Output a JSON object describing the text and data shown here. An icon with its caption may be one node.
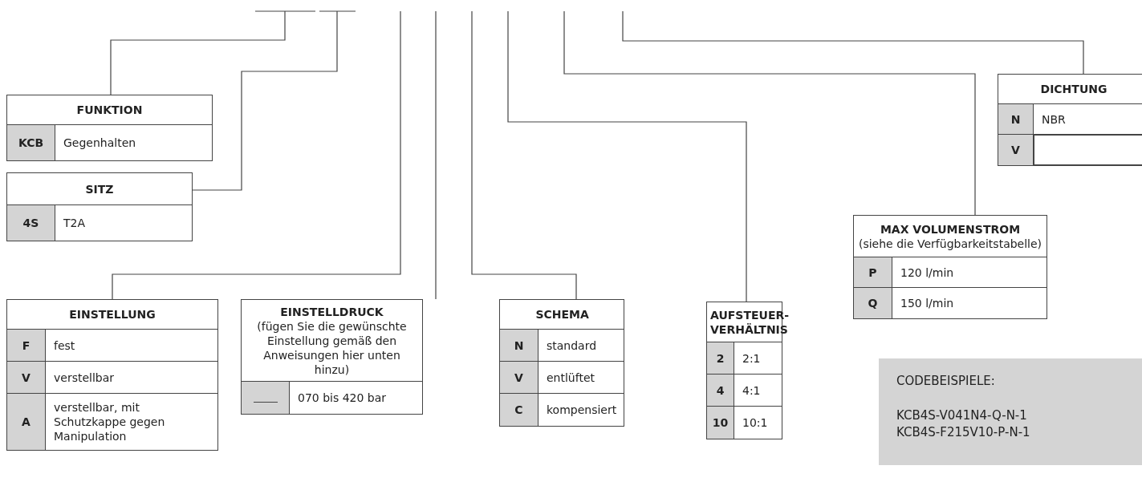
{
  "diagram": {
    "nodes": [
      {
        "text": [
          "FUNKTION"
        ]
      },
      {
        "text": [
          "KCB"
        ],
        "in": 0
      },
      {
        "text": [
          "Gegenhalten"
        ],
        "in": 0
      },
      {
        "text": [
          "SITZ"
        ]
      },
      {
        "text": [
          "4S"
        ],
        "in": 3
      },
      {
        "text": [
          "T2A"
        ],
        "in": 3
      },
      {
        "text": [
          "EINSTELLUNG"
        ]
      },
      {
        "text": [
          "F"
        ],
        "in": 6
      },
      {
        "text": [
          "fest"
        ],
        "in": 6
      },
      {
        "text": [
          "V"
        ],
        "in": 6
      },
      {
        "text": [
          "verstellbar"
        ],
        "in": 6
      },
      {
        "text": [
          "A"
        ],
        "in": 6
      },
      {
        "text": [
          "verstellbar, mit Schutzkappe gegen Manipulation"
        ],
        "in": 6
      },
      {
        "text": [
          "EINSTELLDRUCK",
          "(fügen Sie die gewünschte Einstellung gemäß den Anweisungen hier unten hinzu)"
        ]
      },
      {
        "text": [],
        "shape": "box",
        "in": 13
      },
      {
        "text": [
          "070 bis 420 bar"
        ],
        "in": 13
      },
      {
        "text": [
          "SCHEMA"
        ]
      },
      {
        "text": [
          "N"
        ],
        "in": 16
      },
      {
        "text": [
          "standard"
        ],
        "in": 16
      },
      {
        "text": [
          "V"
        ],
        "in": 16
      },
      {
        "text": [
          "entlüftet"
        ],
        "in": 16
      },
      {
        "text": [
          "C"
        ],
        "in": 16
      },
      {
        "text": [
          "kompensiert"
        ],
        "in": 16
      },
      {
        "text": [
          "AUFSTEUER-VERHÄLTNIS"
        ]
      },
      {
        "text": [
          "2"
        ],
        "in": 23
      },
      {
        "text": [
          "2:1"
        ],
        "in": 23
      },
      {
        "text": [
          "4"
        ],
        "in": 23
      },
      {
        "text": [
          "4:1"
        ],
        "in": 23
      },
      {
        "text": [
          "10"
        ],
        "in": 23
      },
      {
        "text": [
          "10:1"
        ],
        "in": 23
      },
      {
        "text": [
          "MAX VOLUMENSTROM",
          "(siehe die Verfügbarkeitstabelle)"
        ]
      },
      {
        "text": [
          "P"
        ],
        "in": 30
      },
      {
        "text": [
          "120 l/min"
        ],
        "in": 30
      },
      {
        "text": [
          "Q"
        ],
        "in": 30
      },
      {
        "text": [
          "150 l/min"
        ],
        "in": 30
      },
      {
        "text": [
          "DICHTUNG"
        ]
      },
      {
        "text": [
          "N"
        ],
        "in": 35
      },
      {
        "text": [
          "NBR"
        ],
        "in": 35
      },
      {
        "text": [
          "V"
        ],
        "in": 35
      },
      {
        "text": [],
        "shape": "box",
        "in": 35
      },
      {
        "text": [
          "CODEBEISPIELE:",
          "KCB4S-V041N4-Q-N-1",
          "KCB4S-F215V10-P-N-1"
        ]
      }
    ],
    "edges": [
      {
        "from": null,
        "to": 0,
        "arrow": "none"
      },
      {
        "from": null,
        "to": 3,
        "arrow": "none"
      },
      {
        "from": null,
        "to": 6,
        "arrow": "none"
      },
      {
        "from": null,
        "to": 13,
        "arrow": "none"
      },
      {
        "from": null,
        "to": 16,
        "arrow": "none"
      },
      {
        "from": null,
        "to": 23,
        "arrow": "none"
      },
      {
        "from": null,
        "to": 30,
        "arrow": "none"
      },
      {
        "from": null,
        "to": 35,
        "arrow": "none"
      }
    ]
  }
}
